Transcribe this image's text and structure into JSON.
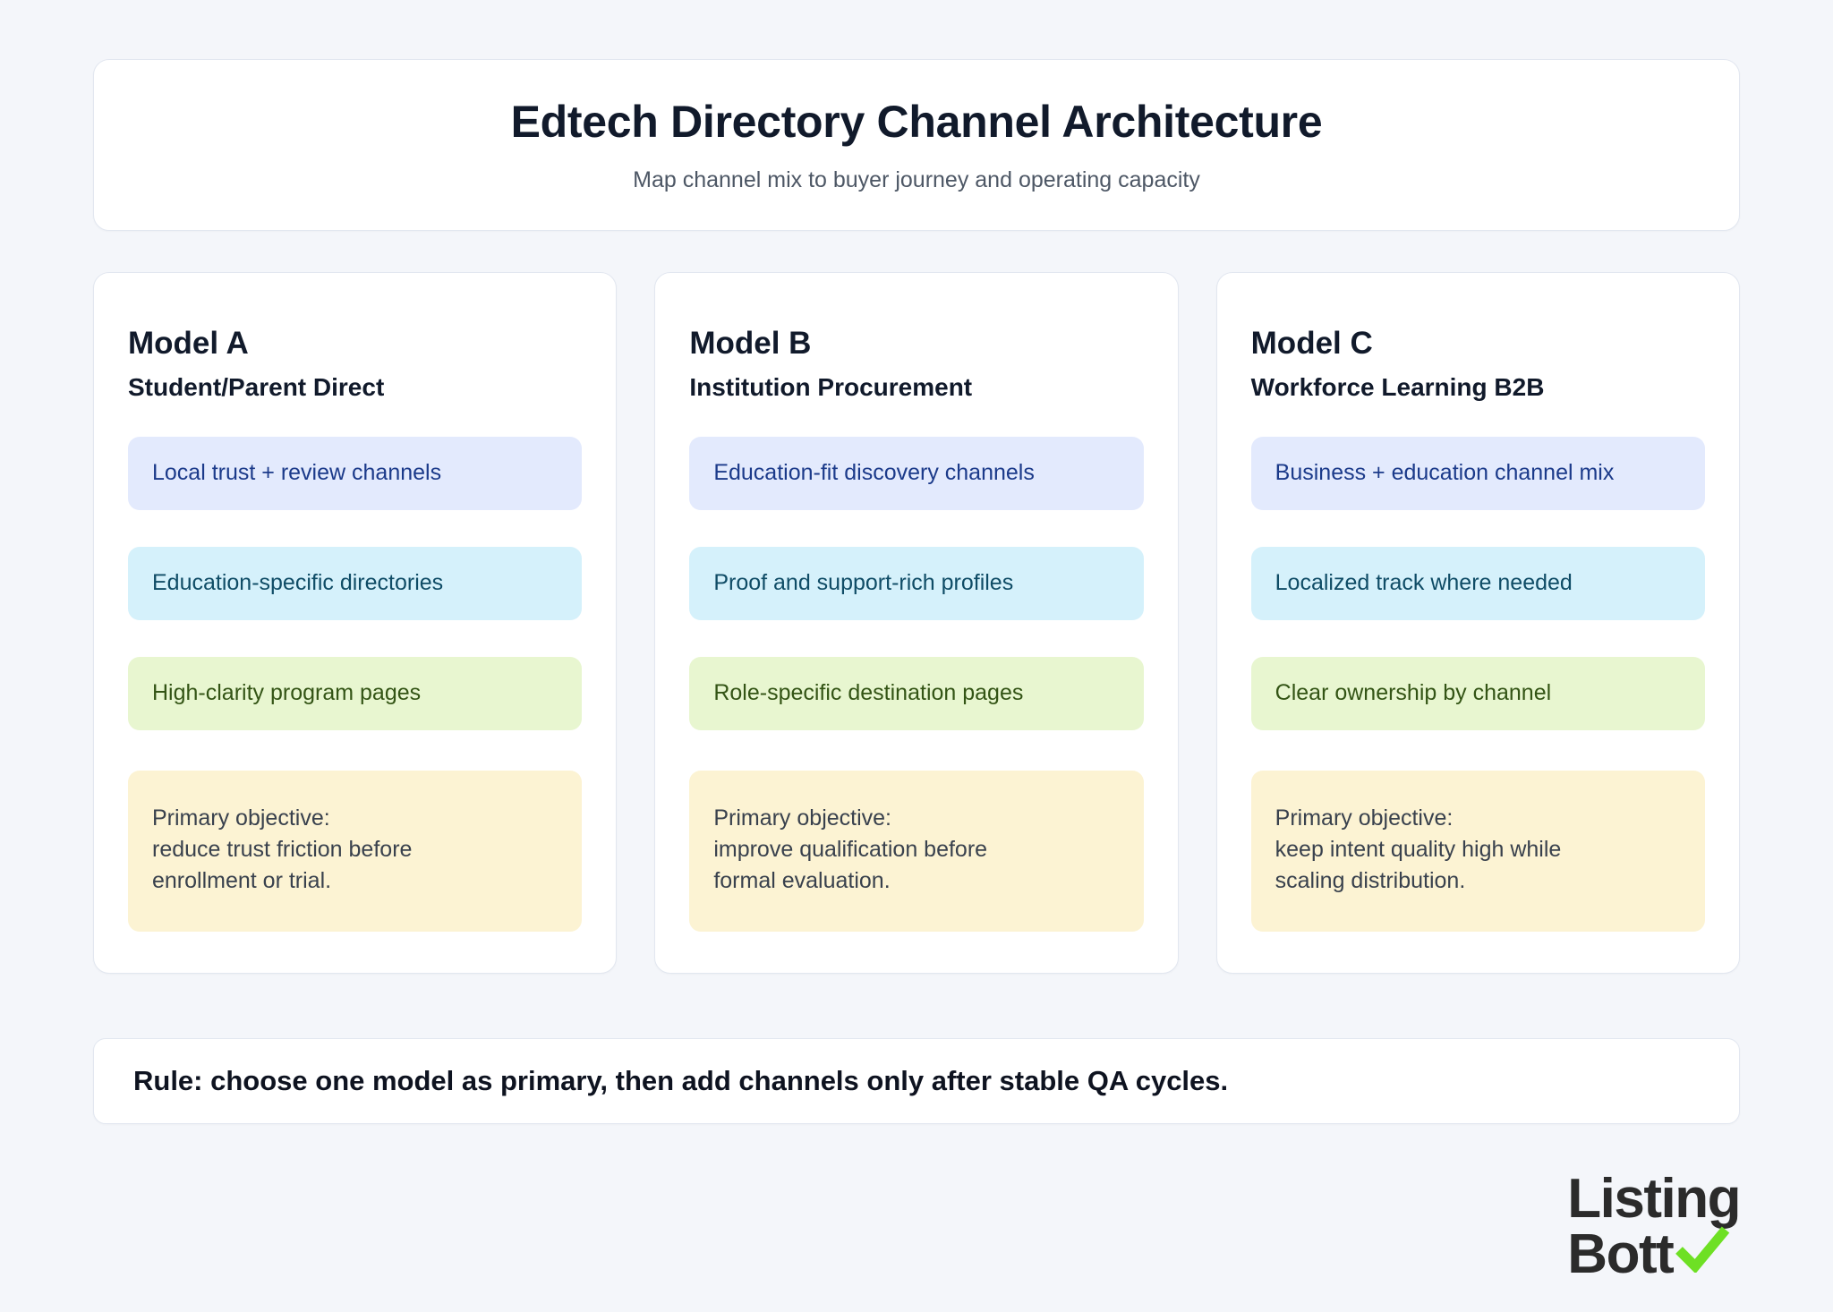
{
  "header": {
    "title": "Edtech Directory Channel Architecture",
    "subtitle": "Map channel mix to buyer journey and operating capacity"
  },
  "models": [
    {
      "name": "Model A",
      "subtitle": "Student/Parent Direct",
      "chips": [
        {
          "label": "Local trust + review channels",
          "tone": "blue"
        },
        {
          "label": "Education-specific directories",
          "tone": "cyan"
        },
        {
          "label": "High-clarity program pages",
          "tone": "green"
        }
      ],
      "objective": "Primary objective:\nreduce trust friction before\nenrollment or trial."
    },
    {
      "name": "Model B",
      "subtitle": "Institution Procurement",
      "chips": [
        {
          "label": "Education-fit discovery channels",
          "tone": "blue"
        },
        {
          "label": "Proof and support-rich profiles",
          "tone": "cyan"
        },
        {
          "label": "Role-specific destination pages",
          "tone": "green"
        }
      ],
      "objective": "Primary objective:\nimprove qualification before\nformal evaluation."
    },
    {
      "name": "Model C",
      "subtitle": "Workforce Learning B2B",
      "chips": [
        {
          "label": "Business + education channel mix",
          "tone": "blue"
        },
        {
          "label": "Localized track where needed",
          "tone": "cyan"
        },
        {
          "label": "Clear ownership by channel",
          "tone": "green"
        }
      ],
      "objective": "Primary objective:\nkeep intent quality high while\nscaling distribution."
    }
  ],
  "rule": {
    "text": "Rule: choose one model as primary, then add channels only after stable QA cycles."
  },
  "brand": {
    "line1": "Listing",
    "line2": "Bott",
    "check_icon": "check-icon",
    "check_color": "#6ee024"
  },
  "colors": {
    "page_background": "#f4f6fa",
    "card_background": "#ffffff",
    "card_border": "#e2eYf0",
    "chip_blue_bg": "#e3eafd",
    "chip_blue_text": "#1b3a8a",
    "chip_cyan_bg": "#d5f1fb",
    "chip_cyan_text": "#0f4c66",
    "chip_green_bg": "#e8f6d0",
    "chip_green_text": "#335415",
    "objective_bg": "#fcf3d3",
    "objective_text": "#39414d",
    "heading_text": "#111a2b",
    "subtitle_text": "#4d5765"
  }
}
